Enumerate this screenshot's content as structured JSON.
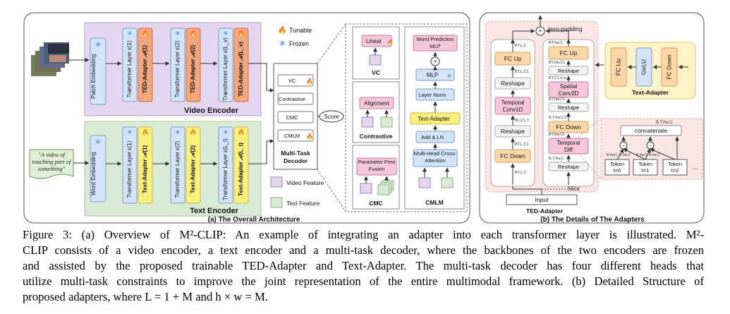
{
  "panel_a": {
    "video_encoder": {
      "label": "Video Encoder",
      "patch_embedding": "Patch Embedding",
      "layers": [
        {
          "transformer": "Transformer Layer",
          "adapter": "TED-Adapter",
          "e_sup": "(1)",
          "a_sup": "(1)"
        },
        {
          "transformer": "Transformer Layer",
          "adapter": "TED-Adapter",
          "e_sup": "(2)",
          "a_sup": "(2)"
        },
        {
          "transformer": "Transformer Layer",
          "adapter": "TED-Adapter",
          "e_sup": "(L_v)",
          "a_sup": "(L_v)"
        }
      ]
    },
    "text_encoder": {
      "label": "Text Encoder",
      "word_embedding": "Word Embedding",
      "input_text": "\"A video of touching part of something\"",
      "layers": [
        {
          "transformer": "Transformer Layer",
          "adapter": "Text-Adapter",
          "e_sup": "(1)",
          "a_sup": "(1)"
        },
        {
          "transformer": "Transformer Layer",
          "adapter": "Text-Adapter",
          "e_sup": "(2)",
          "a_sup": "(2)"
        },
        {
          "transformer": "Transformer Layer",
          "adapter": "Text-Adapter",
          "e_sup": "(L_t)",
          "a_sup": "(L_t)"
        }
      ]
    },
    "legend": {
      "tunable": "Tunable",
      "frozen": "Frozen",
      "video_feature": "Video Feature",
      "text_feature": "Text Feature"
    },
    "decoder": {
      "label": "Multi-Task Decoder",
      "heads": [
        "VC",
        "Contrastive",
        "CMC",
        "CMLM"
      ],
      "score": "Score"
    },
    "heads_detail": {
      "vc": {
        "title": "VC",
        "block": "Linear"
      },
      "contrastive": {
        "title": "Contrastive",
        "block": "Alignment"
      },
      "cmc": {
        "title": "CMC",
        "block": "Parameter Free Fusion"
      },
      "cmlm": {
        "title": "CMLM",
        "blocks": [
          "Word Prediction MLP",
          "MLP",
          "Layer Norm",
          "Text-Adapter",
          "Add & LN",
          "Multi-Head Cross-Attention"
        ]
      }
    },
    "caption": "(a)   The Overall Architecture"
  },
  "panel_b": {
    "zero_padding": "zero-padding",
    "ted_adapter": {
      "title": "TED-Adapter",
      "input": "Input",
      "slice": "slice",
      "left": {
        "blocks": [
          "FC Up",
          "Reshape",
          "Temporal Conv1D",
          "Reshape",
          "FC Down"
        ],
        "dims": [
          "BT,L,C",
          "BT,L,C1",
          "BL,C1,T",
          "BT,L,C1",
          "BT,L,C"
        ]
      },
      "right": {
        "blocks": [
          "FC Up",
          "Reshape",
          "Spatial Conv2D",
          "Reshape",
          "FC Down",
          "Temporal Diff",
          "Reshape"
        ],
        "dims": [
          "BT,hw,C",
          "BT,hw,C1",
          "BT,C1,h,w",
          "BT,hw,C1",
          "B,T,hw,C1",
          "BT,hw,C1",
          "B,T,hw,C"
        ]
      }
    },
    "text_adapter": {
      "title": "Text-Adapter",
      "blocks": [
        "FC Up",
        "GeLU",
        "FC Down"
      ]
    },
    "temporal_diff": {
      "concatenate": "concatenate",
      "tokens": [
        "Token t=0",
        "Token t=1",
        "Token t=2"
      ],
      "dims": [
        "B,hw,C",
        "B,hw,C",
        "B,hw,C",
        "B,hw,C"
      ],
      "ellipsis": "..."
    },
    "caption": "(b)   The Details of The Adapters"
  },
  "caption": {
    "line1": "Figure 3: (a) Overview of M²-CLIP: An example of integrating an adapter into each transformer layer is illustrated. M²-",
    "line2": "CLIP consists of a video encoder, a text encoder and a multi-task decoder, where the backbones of the two encoders are frozen",
    "line3": "and assisted by the proposed trainable TED-Adapter and Text-Adapter. The multi-task decoder has four different heads that",
    "line4": "utilize multi-task constraints to improve the joint representation of the entire multimodal framework. (b) Detailed Structure of",
    "line5": "proposed adapters, where L = 1 + M and h × w = M."
  },
  "colors": {
    "video_bg": "#e3d6ee",
    "text_bg": "#d9ebd5",
    "ted_adapter": "#f4a57a",
    "text_adapter": "#fbf07a",
    "layer_blue": "#d3e4f8",
    "dashed_pink": "#f7c7c7",
    "block_orange": "#fcd7a8",
    "block_pink": "#f6c7d8",
    "block_grey": "#f2f2f2"
  }
}
